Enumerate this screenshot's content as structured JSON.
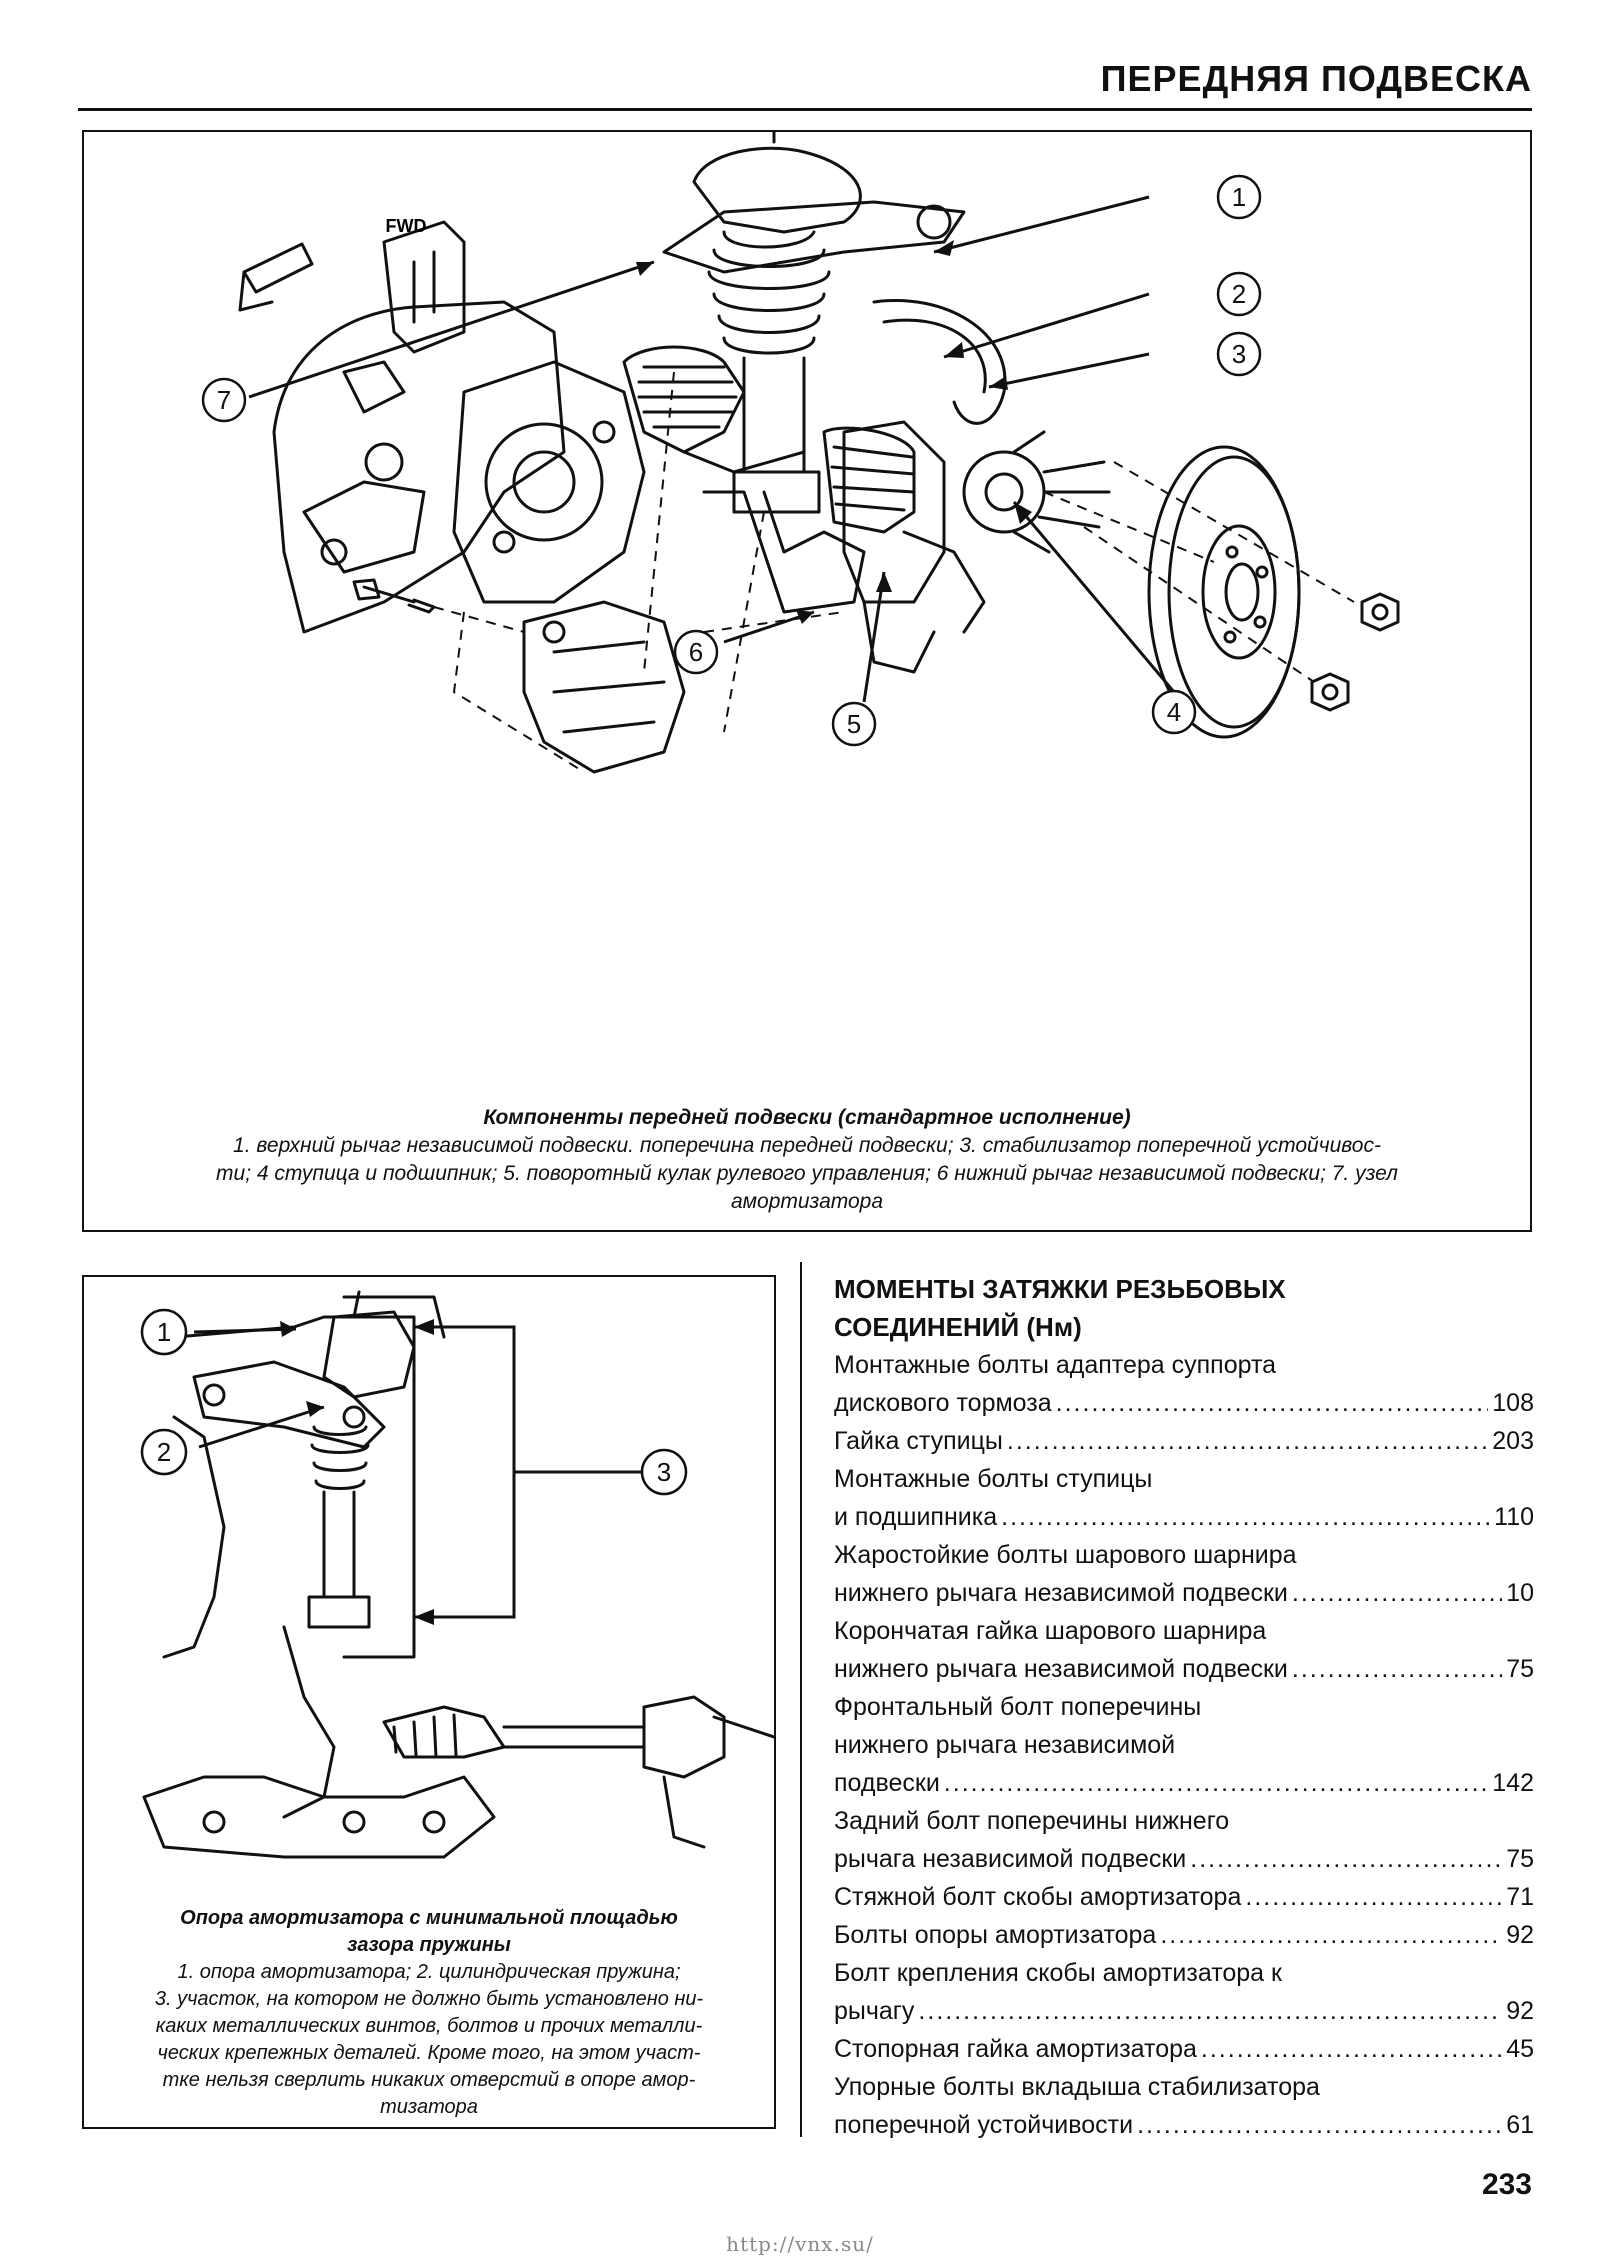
{
  "header": {
    "title": "ПЕРЕДНЯЯ ПОДВЕСКА"
  },
  "figure1": {
    "direction_label": "FWD",
    "callouts": [
      "1",
      "2",
      "3",
      "4",
      "5",
      "6",
      "7"
    ],
    "caption_title": "Компоненты передней подвески (стандартное исполнение)",
    "caption_line1": "1. верхний рычаг независимой подвески. поперечина передней подвески; 3. стабилизатор поперечной устойчивос-",
    "caption_line2": "ти; 4  ступица и подшипник; 5. поворотный кулак рулевого управления; 6  нижний рычаг независимой подвески; 7. узел",
    "caption_line3": "амортизатора"
  },
  "figure2": {
    "callouts": [
      "1",
      "2",
      "3"
    ],
    "caption_title_line1": "Опора амортизатора с минимальной площадью",
    "caption_title_line2": "зазора пружины",
    "caption_lines": [
      "1. опора амортизатора; 2. цилиндрическая пружина;",
      "3. участок, на котором не должно быть установлено ни-",
      "каких металлических винтов, болтов и прочих металли-",
      "ческих крепежных деталей. Кроме того, на этом участ-",
      "тке нельзя сверлить никаких отверстий в опоре амор-",
      "тизатора"
    ]
  },
  "torque": {
    "title_line1": "МОМЕНТЫ ЗАТЯЖКИ РЕЗЬБОВЫХ",
    "title_line2": "СОЕДИНЕНИЙ (Нм)",
    "items": [
      {
        "lines": [
          "Монтажные болты адаптера суппорта"
        ],
        "last": "дискового тормоза",
        "value": "108"
      },
      {
        "lines": [],
        "last": "Гайка ступицы",
        "value": "203"
      },
      {
        "lines": [
          "Монтажные болты ступицы"
        ],
        "last": "и подшипника",
        "value": "110"
      },
      {
        "lines": [
          "Жаростойкие болты шарового шарнира"
        ],
        "last": "нижнего рычага независимой подвески",
        "value": "10"
      },
      {
        "lines": [
          "Корончатая гайка шарового шарнира"
        ],
        "last": "нижнего рычага независимой подвески",
        "value": "75"
      },
      {
        "lines": [
          "Фронтальный болт поперечины",
          "нижнего рычага независимой"
        ],
        "last": "подвески",
        "value": "142"
      },
      {
        "lines": [
          "Задний болт поперечины нижнего"
        ],
        "last": "рычага независимой подвески",
        "value": "75"
      },
      {
        "lines": [],
        "last": "Стяжной болт скобы амортизатора",
        "value": "71"
      },
      {
        "lines": [],
        "last": "Болты опоры амортизатора",
        "value": "92"
      },
      {
        "lines": [
          "Болт крепления скобы амортизатора к"
        ],
        "last": "рычагу",
        "value": "92"
      },
      {
        "lines": [],
        "last": "Стопорная гайка амортизатора",
        "value": "45"
      },
      {
        "lines": [
          "Упорные болты вкладыша стабилизатора"
        ],
        "last": "поперечной устойчивости",
        "value": "61"
      }
    ]
  },
  "page_number": "233",
  "footer_url": "http://vnx.su/"
}
